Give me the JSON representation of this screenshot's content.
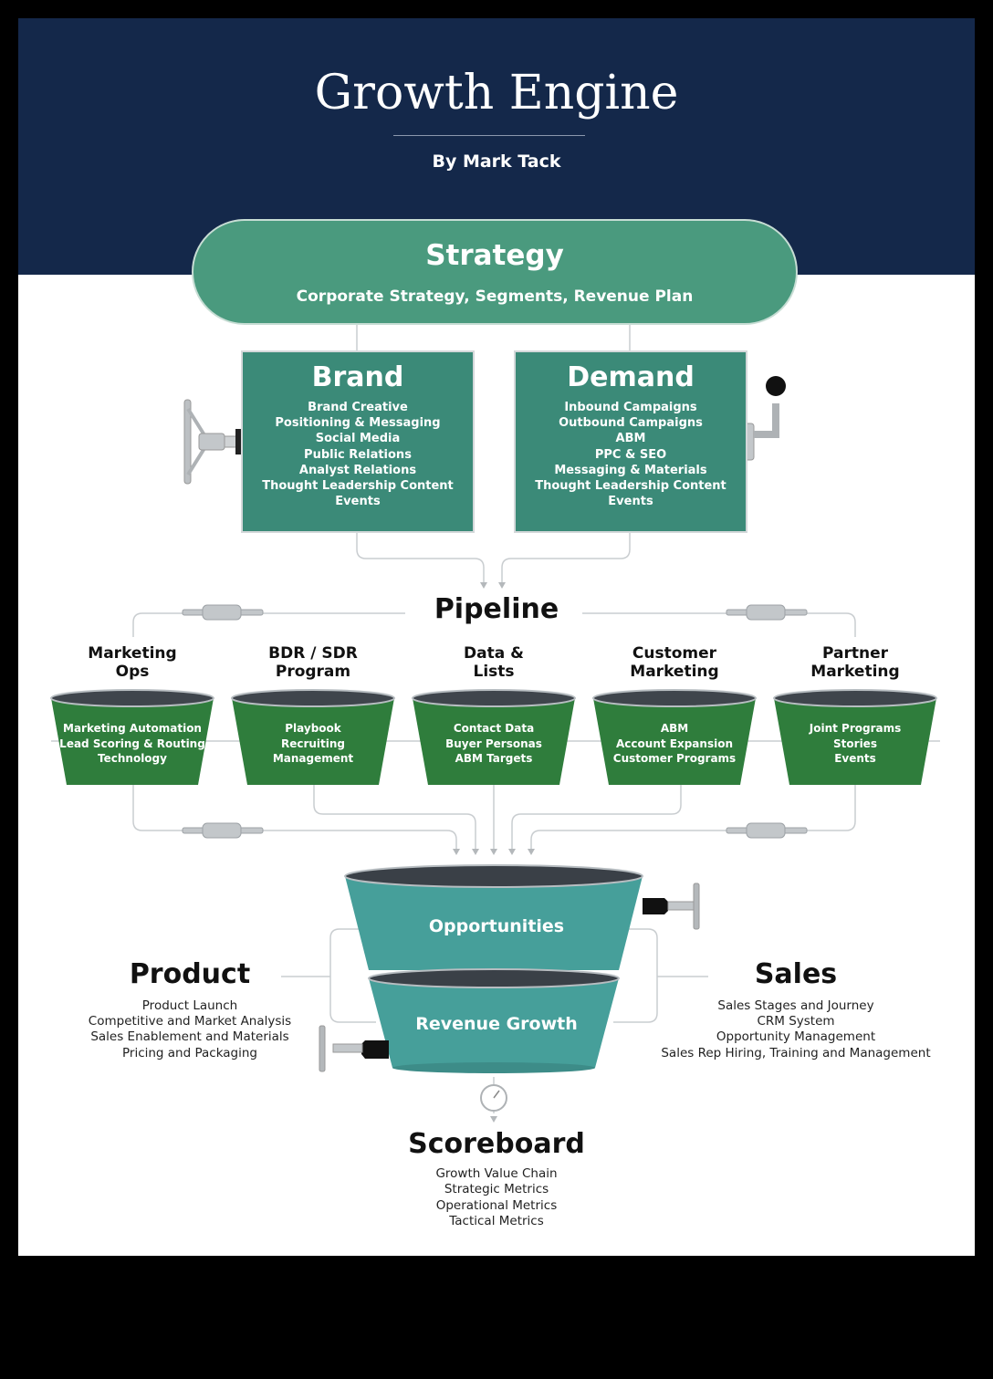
{
  "header": {
    "title": "Growth Engine",
    "byline": "By Mark Tack"
  },
  "strategy": {
    "title": "Strategy",
    "subtitle": "Corporate Strategy, Segments, Revenue Plan"
  },
  "brand": {
    "title": "Brand",
    "items": [
      "Brand Creative",
      "Positioning & Messaging",
      "Social Media",
      "Public Relations",
      "Analyst Relations",
      "Thought Leadership Content",
      "Events"
    ]
  },
  "demand": {
    "title": "Demand",
    "items": [
      "Inbound Campaigns",
      "Outbound Campaigns",
      "ABM",
      "PPC & SEO",
      "Messaging & Materials",
      "Thought Leadership Content",
      "Events"
    ]
  },
  "pipeline": {
    "title": "Pipeline",
    "columns": [
      {
        "label_line1": "Marketing",
        "label_line2": "Ops",
        "items": [
          "Marketing Automation",
          "Lead Scoring & Routing",
          "Technology"
        ]
      },
      {
        "label_line1": "BDR / SDR",
        "label_line2": "Program",
        "items": [
          "Playbook",
          "Recruiting",
          "Management"
        ]
      },
      {
        "label_line1": "Data &",
        "label_line2": "Lists",
        "items": [
          "Contact Data",
          "Buyer Personas",
          "ABM Targets"
        ]
      },
      {
        "label_line1": "Customer",
        "label_line2": "Marketing",
        "items": [
          "ABM",
          "Account Expansion",
          "Customer Programs"
        ]
      },
      {
        "label_line1": "Partner",
        "label_line2": "Marketing",
        "items": [
          "Joint Programs",
          "Stories",
          "Events"
        ]
      }
    ]
  },
  "funnel": {
    "top_label": "Opportunities",
    "bottom_label": "Revenue Growth"
  },
  "product": {
    "title": "Product",
    "items": [
      "Product Launch",
      "Competitive and Market Analysis",
      "Sales Enablement and Materials",
      "Pricing and Packaging"
    ]
  },
  "sales": {
    "title": "Sales",
    "items": [
      "Sales Stages and Journey",
      "CRM System",
      "Opportunity Management",
      "Sales Rep Hiring, Training and Management"
    ]
  },
  "scoreboard": {
    "title": "Scoreboard",
    "items": [
      "Growth Value Chain",
      "Strategic Metrics",
      "Operational Metrics",
      "Tactical Metrics"
    ]
  },
  "colors": {
    "header_navy": "#14284a",
    "strategy_green": "#4a9a7e",
    "box_teal": "#3b8a78",
    "bucket_green": "#2f7d3c",
    "funnel_teal": "#469f9a"
  }
}
